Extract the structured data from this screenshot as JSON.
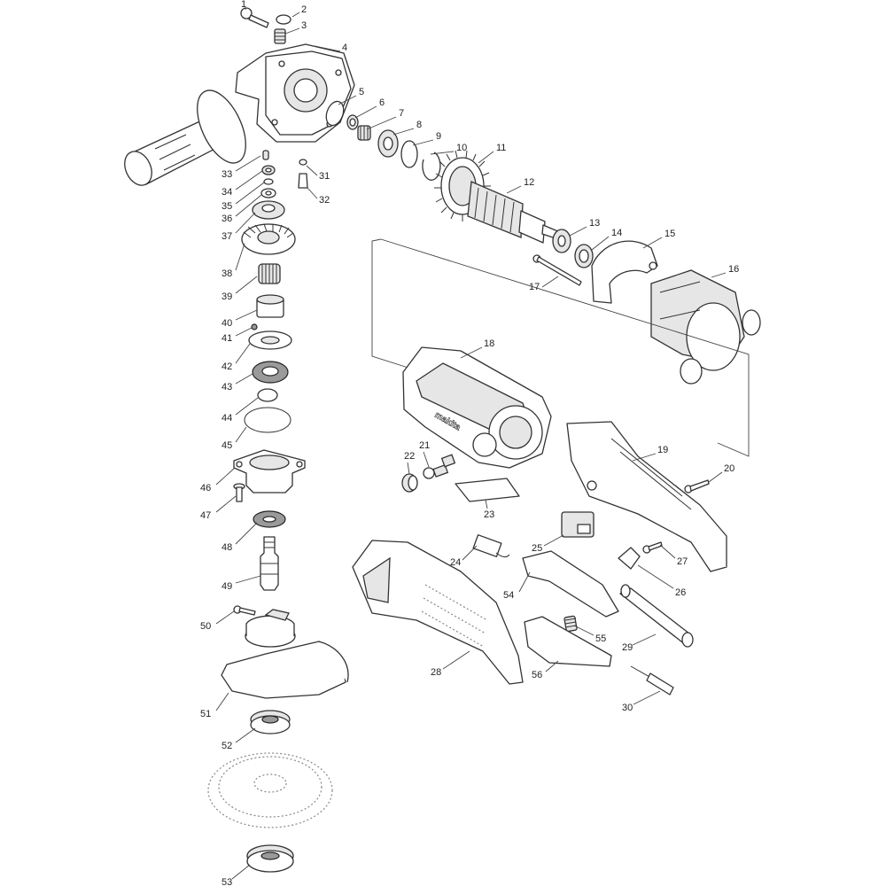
{
  "brand_text": "makita",
  "callouts": [
    "1",
    "2",
    "3",
    "4",
    "5",
    "6",
    "7",
    "8",
    "9",
    "10",
    "11",
    "12",
    "13",
    "14",
    "15",
    "16",
    "17",
    "18",
    "19",
    "20",
    "21",
    "22",
    "23",
    "24",
    "25",
    "26",
    "27",
    "28",
    "29",
    "30",
    "31",
    "32",
    "33",
    "34",
    "35",
    "36",
    "37",
    "38",
    "39",
    "40",
    "41",
    "42",
    "43",
    "44",
    "45",
    "46",
    "47",
    "48",
    "49",
    "50",
    "51",
    "52",
    "53",
    "54",
    "55",
    "56"
  ]
}
